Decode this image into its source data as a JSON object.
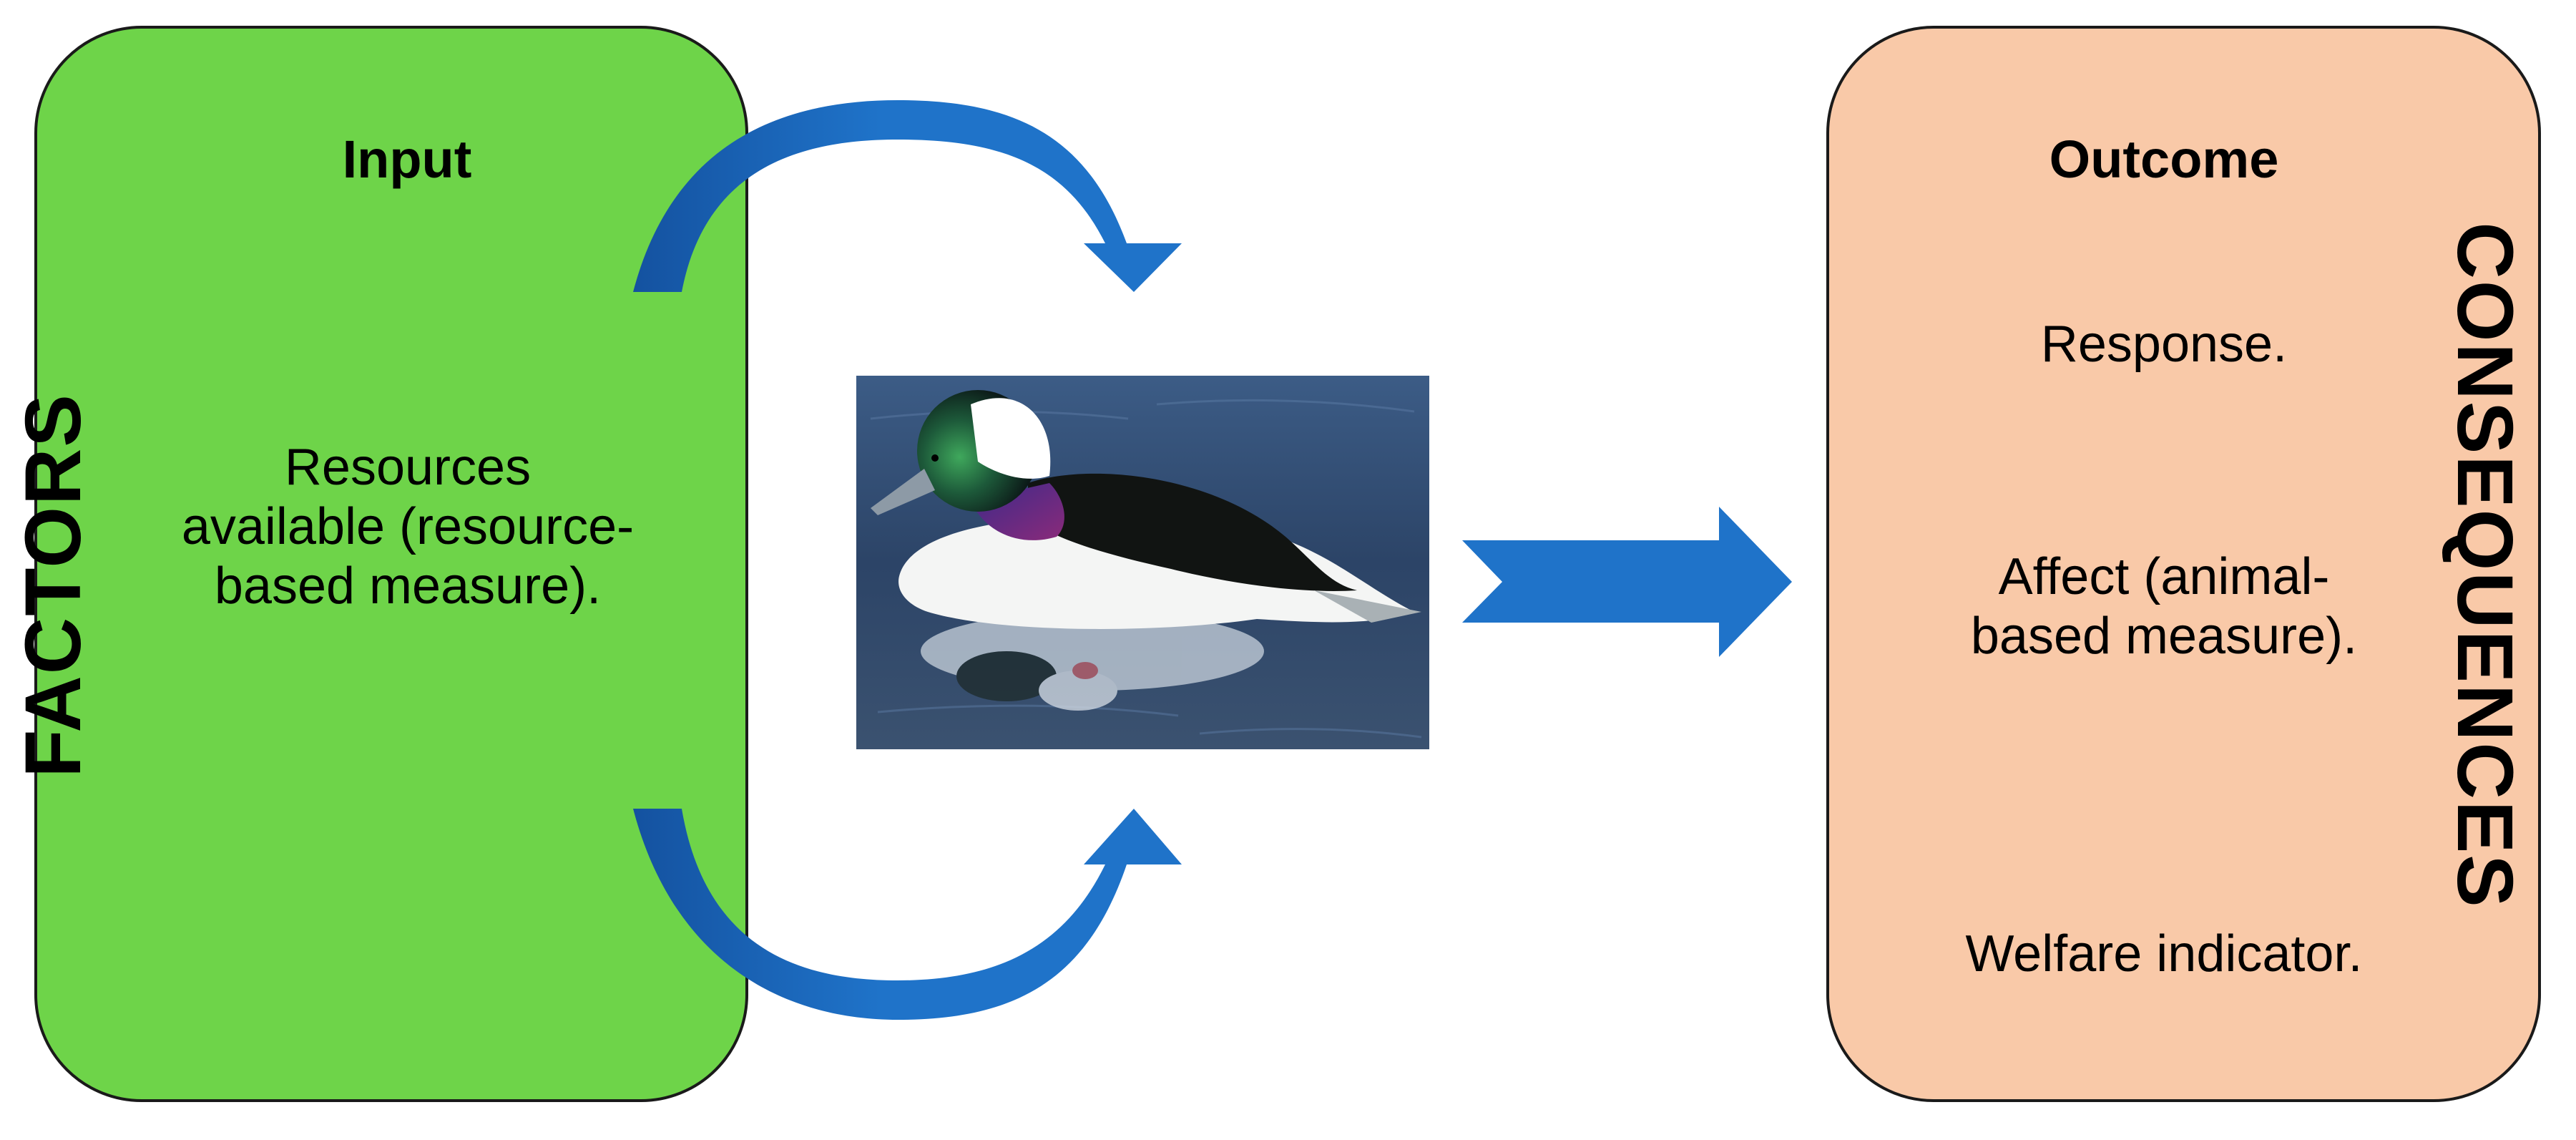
{
  "left_panel": {
    "vertical_label": "FACTORS",
    "heading": "Input",
    "body": "Resources available (resource-based measure)."
  },
  "right_panel": {
    "vertical_label": "CONSEQUENCES",
    "heading": "Outcome",
    "items": [
      "Response.",
      "Affect (animal-based measure).",
      "Welfare indicator."
    ]
  },
  "center_photo": {
    "subject": "bufflehead-duck-on-water"
  },
  "colors": {
    "factors_fill": "#6ed449",
    "consequences_fill": "#f9c9a8",
    "arrow_fill": "#1f73c9",
    "arrow_shade": "#1452a0",
    "box_border": "#1a1a1a"
  }
}
